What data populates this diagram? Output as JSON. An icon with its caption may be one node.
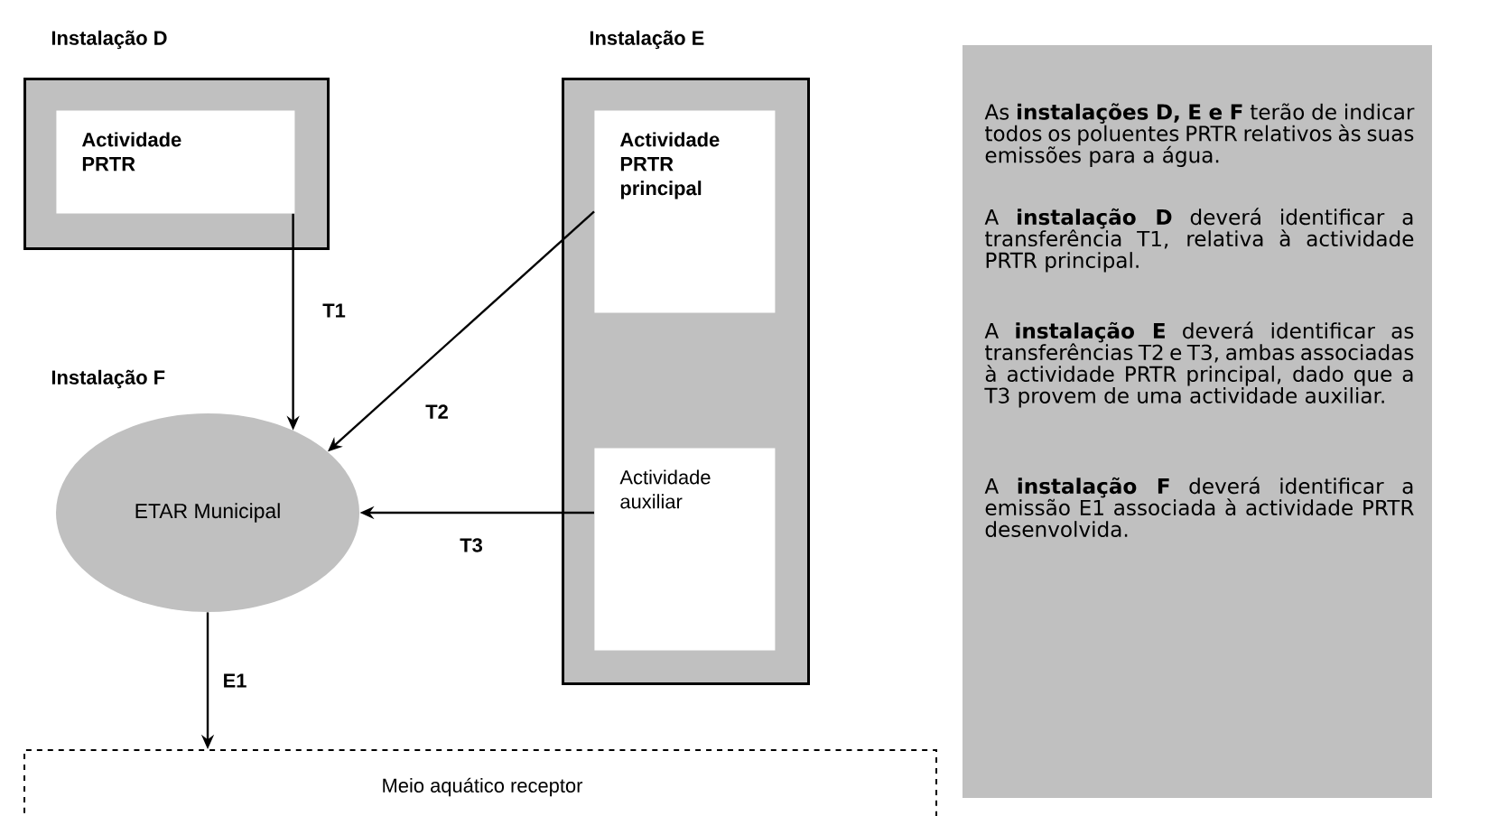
{
  "diagram": {
    "nodes": [
      {
        "text": [
          "Instalação D"
        ]
      },
      {
        "text": [
          "Actividade PRTR"
        ],
        "in": 0
      },
      {
        "text": [
          "Instalação E"
        ]
      },
      {
        "text": [
          "Actividade PRTR principal"
        ],
        "in": 2
      },
      {
        "text": [
          "Actividade auxiliar"
        ],
        "in": 2
      },
      {
        "text": [
          "Instalação F",
          "ETAR Municipal"
        ]
      },
      {
        "text": [
          "Meio aquático receptor"
        ]
      },
      {
        "text": [
          "As **instalações D, E e F** terão de indicar todos os poluentes PRTR relativos às suas emissões para a água.",
          "A **instalação D** deverá identificar a transferência T1, relativa à actividade PRTR principal.",
          "A **instalação E** deverá identificar as transferências T2 e T3, ambas associadas à actividade PRTR principal, dado que a T3 provem de uma actividade auxiliar.",
          "A **instalação F** deverá identificar a emissão E1 associada à actividade PRTR desenvolvida."
        ]
      }
    ],
    "edges": [
      {
        "from": 1,
        "to": 5,
        "arrow": "to",
        "label": "T1"
      },
      {
        "from": 3,
        "to": 5,
        "arrow": "to",
        "label": "T2"
      },
      {
        "from": 4,
        "to": 5,
        "arrow": "to",
        "label": "T3"
      },
      {
        "from": 5,
        "to": 6,
        "arrow": "to",
        "label": "E1"
      }
    ]
  }
}
